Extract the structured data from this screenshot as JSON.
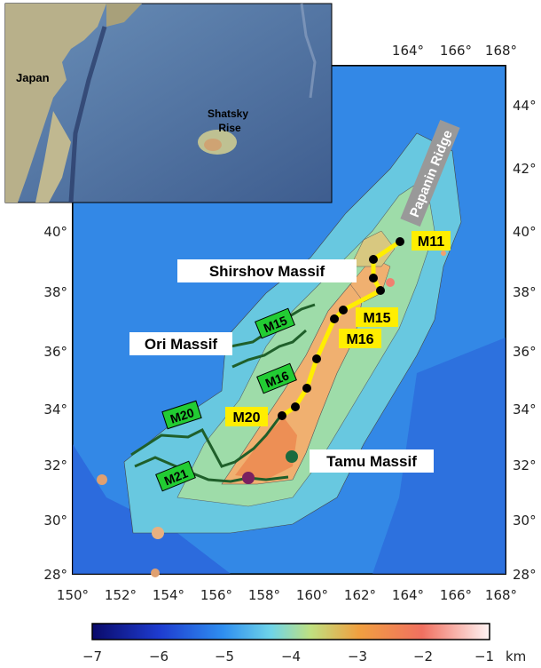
{
  "inset": {
    "labels": {
      "japan": "Japan",
      "shatsky_line1": "Shatsky",
      "shatsky_line2": "Rise"
    }
  },
  "map": {
    "ridge_label": "Papanin Ridge",
    "massif_labels": {
      "shirshov": "Shirshov Massif",
      "ori": "Ori Massif",
      "tamu": "Tamu Massif"
    },
    "anomaly_labels_yellow": {
      "m11": "M11",
      "m15": "M15",
      "m16": "M16",
      "m20": "M20"
    },
    "anomaly_labels_green": {
      "m15": "M15",
      "m16": "M16",
      "m20": "M20",
      "m21": "M21"
    },
    "lon_ticks": [
      "150°",
      "152°",
      "154°",
      "156°",
      "158°",
      "160°",
      "162°",
      "164°",
      "166°",
      "168°"
    ],
    "lon_ticks_top": [
      "164°",
      "166°",
      "168°"
    ],
    "lat_ticks_left": [
      "28°",
      "30°",
      "32°",
      "34°",
      "36°",
      "38°",
      "40°"
    ],
    "lat_ticks_right": [
      "28°",
      "30°",
      "32°",
      "34°",
      "36°",
      "38°",
      "40°",
      "42°",
      "44°"
    ]
  },
  "colorbar": {
    "ticks": [
      "−7",
      "−6",
      "−5",
      "−4",
      "−3",
      "−2",
      "−1"
    ],
    "unit": "km",
    "range": [
      -7,
      -1
    ]
  },
  "colors": {
    "ocean_deep": "#1e4cc8",
    "ocean_mid": "#3c8ee8",
    "plateau": "#e8a060",
    "yellow_track": "#ffee00",
    "green_line": "#1f5f2a"
  }
}
